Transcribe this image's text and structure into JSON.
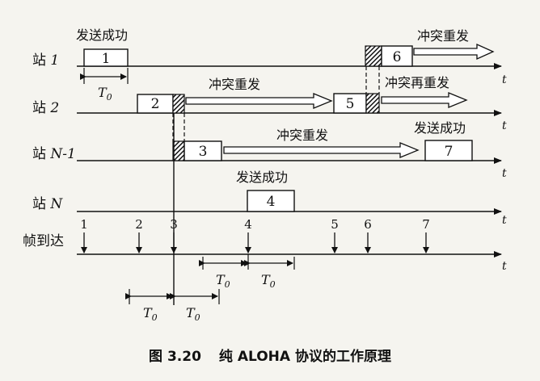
{
  "stations": [
    {
      "name": "站 1",
      "name_prefix": "站 ",
      "name_italic": "1"
    },
    {
      "name": "站 2",
      "name_prefix": "站 ",
      "name_italic": "2"
    },
    {
      "name": "站 N-1",
      "name_prefix": "站 ",
      "name_italic": "N-1"
    },
    {
      "name": "站 N",
      "name_prefix": "站 ",
      "name_italic": "N"
    }
  ],
  "arrival_row_label": "帧到达",
  "time_axis_label": "t",
  "frames": [
    {
      "num": "1"
    },
    {
      "num": "2"
    },
    {
      "num": "3"
    },
    {
      "num": "4"
    },
    {
      "num": "5"
    },
    {
      "num": "6"
    },
    {
      "num": "7"
    }
  ],
  "arrivals": [
    "1",
    "2",
    "3",
    "4",
    "5",
    "6",
    "7"
  ],
  "annotations": {
    "success": "发送成功",
    "collision_retry": "冲突重发",
    "collision_retry_again": "冲突再重发"
  },
  "t0_label": "T",
  "t0_sub": "0",
  "caption": {
    "figure": "图 3.20",
    "title": "纯 ALOHA 协议的工作原理"
  },
  "colors": {
    "ink": "#111111",
    "background": "#f5f4ef"
  }
}
